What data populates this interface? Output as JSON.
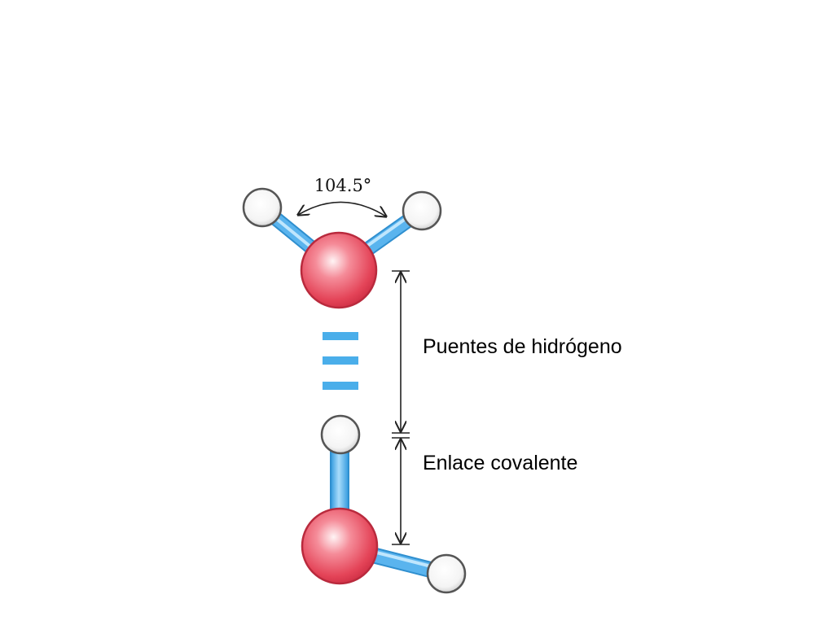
{
  "diagram": {
    "angle_label": "104.5°",
    "labels": {
      "hydrogen_bond": "Puentes de hidrógeno",
      "covalent_bond": "Enlace covalente"
    },
    "colors": {
      "oxygen": "#e8465a",
      "hydrogen": "#ffffff",
      "bond": "#5ab4ee",
      "hbond_dash": "#4aaeea",
      "dimension_line": "#222222"
    }
  }
}
